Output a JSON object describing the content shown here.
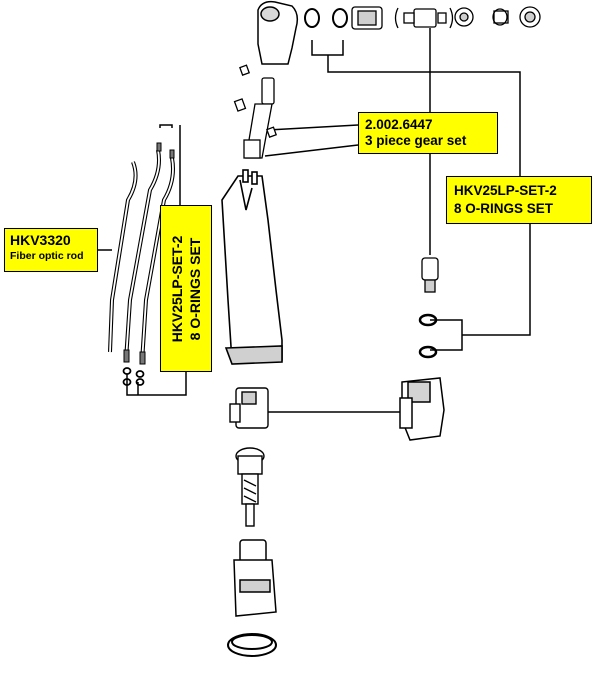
{
  "callouts": {
    "fiber_optic": {
      "part_number": "HKV3320",
      "description": "Fiber optic rod"
    },
    "gear_set": {
      "part_number": "2.002.6447",
      "description": "3 piece gear set"
    },
    "o_rings_right": {
      "part_number": "HKV25LP-SET-2",
      "description": "8 O-RINGS SET"
    },
    "o_rings_left": {
      "part_number": "HKV25LP-SET-2",
      "description": "8 O-RINGS SET"
    }
  },
  "colors": {
    "callout_fill": "#ffff00",
    "line": "#000000",
    "part_fill": "#ffffff",
    "part_shade": "#cfcfcf"
  }
}
